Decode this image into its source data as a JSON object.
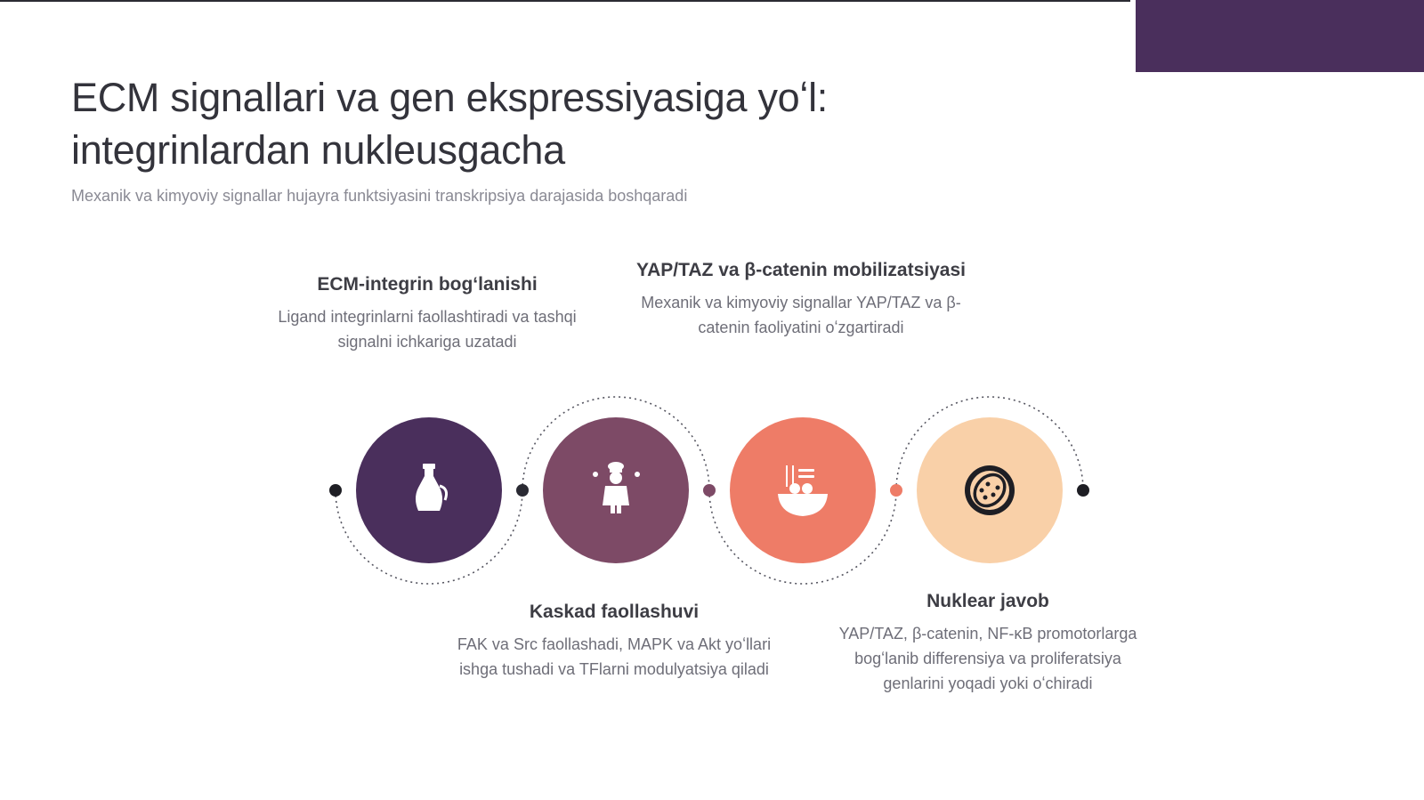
{
  "title": "ECM signallari va gen ekspressiyasiga yoʻl:\nintegrinlardan nukleusgacha",
  "subtitle": "Mexanik va kimyoviy signallar hujayra funktsiyasini transkripsiya darajasida boshqaradi",
  "colors": {
    "accent": "#4a2f5c",
    "step1": "#4a2f5c",
    "step2": "#7d4a66",
    "step3": "#ee7c67",
    "step4": "#f9d0a8"
  },
  "steps": [
    {
      "title": "ECM-integrin bogʻlanishi",
      "description": "Ligand integrinlarni faollashtiradi va tashqi signalni ichkariga uzatadi",
      "icon": "bottle-icon"
    },
    {
      "title": "Kaskad faollashuvi",
      "description": "FAK va Src faollashadi, MAPK va Akt yoʻllari ishga tushadi va TFlarni modulyatsiya qiladi",
      "icon": "chef-icon"
    },
    {
      "title": "YAP/TAZ va β-catenin mobilizatsiyasi",
      "description": "Mexanik va kimyoviy signallar YAP/TAZ va β-catenin faoliyatini oʻzgartiradi",
      "icon": "noodle-bowl-icon"
    },
    {
      "title": "Nuklear javob",
      "description": "YAP/TAZ, β-catenin, NF-κB promotorlarga bogʻlanib differensiya va proliferatsiya genlarini yoqadi yoki oʻchiradi",
      "icon": "cell-nucleus-icon"
    }
  ]
}
